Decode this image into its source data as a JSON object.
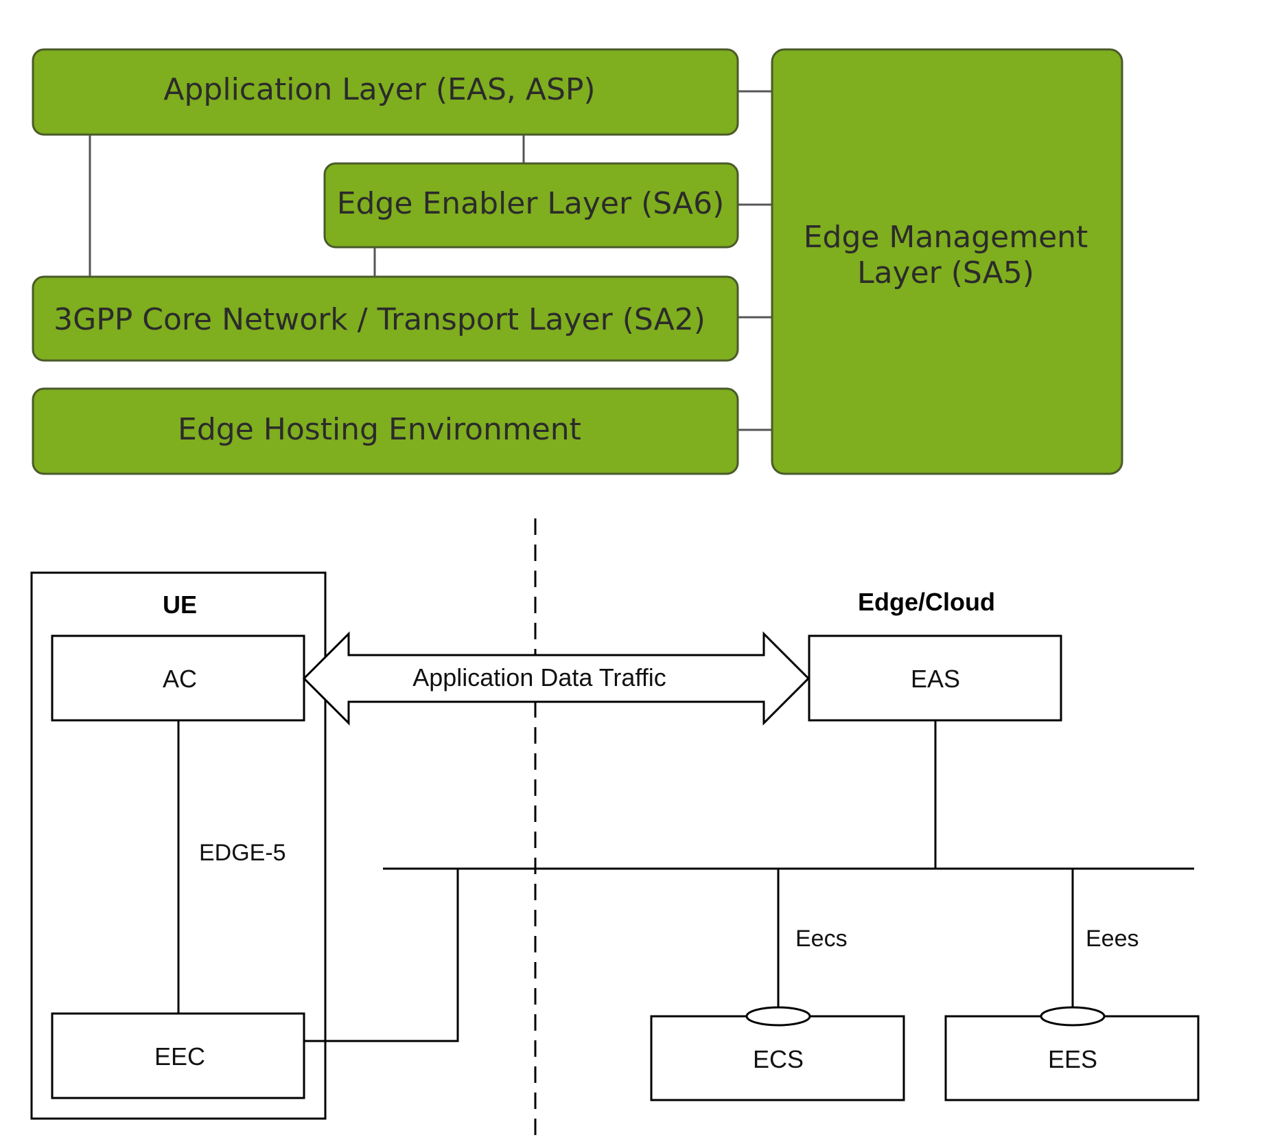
{
  "colors": {
    "layer_fill": "#7fae1e",
    "layer_stroke": "#4a5a2a",
    "connector": "#555555",
    "line": "#000000"
  },
  "layers": {
    "application": "Application Layer (EAS, ASP)",
    "enabler": "Edge Enabler Layer (SA6)",
    "core": "3GPP Core Network / Transport Layer (SA2)",
    "hosting": "Edge Hosting Environment",
    "management_line1": "Edge Management",
    "management_line2": "Layer (SA5)"
  },
  "arch": {
    "ue_title": "UE",
    "edge_title": "Edge/Cloud",
    "ac": "AC",
    "eec": "EEC",
    "eas": "EAS",
    "ecs": "ECS",
    "ees": "EES",
    "traffic": "Application Data Traffic",
    "edge5": "EDGE-5",
    "eecs": "Eecs",
    "eees": "Eees"
  }
}
